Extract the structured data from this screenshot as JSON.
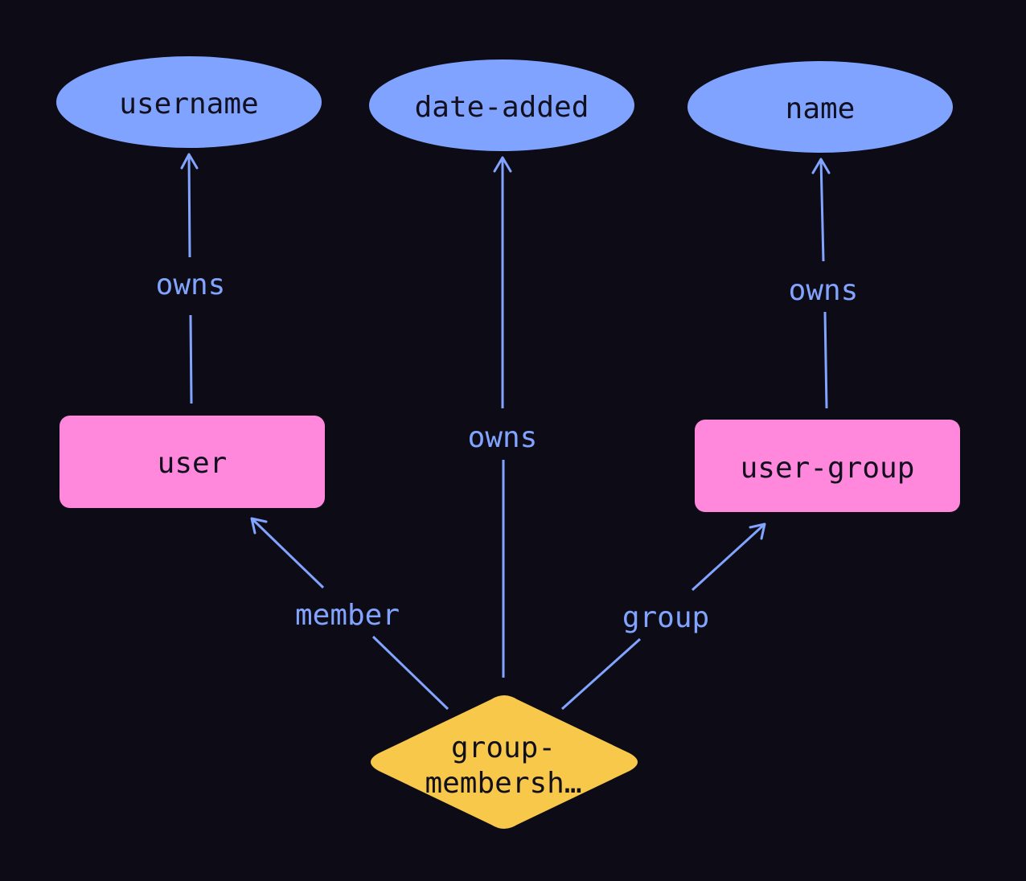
{
  "colors": {
    "background": "#0d0c16",
    "attribute": "#80a3ff",
    "entity": "#ff88dc",
    "relation": "#f7c84a",
    "edge": "#82a4ff",
    "node_text": "#12101f"
  },
  "attributes": {
    "username": "username",
    "date_added": "date-added",
    "name": "name"
  },
  "entities": {
    "user": "user",
    "user_group": "user-group"
  },
  "relations": {
    "group_membership_line1": "group-",
    "group_membership_line2": "membersh…"
  },
  "edges": {
    "user_owns_username": "owns",
    "membership_owns_date_added": "owns",
    "user_group_owns_name": "owns",
    "membership_member_user": "member",
    "membership_group_user_group": "group"
  }
}
